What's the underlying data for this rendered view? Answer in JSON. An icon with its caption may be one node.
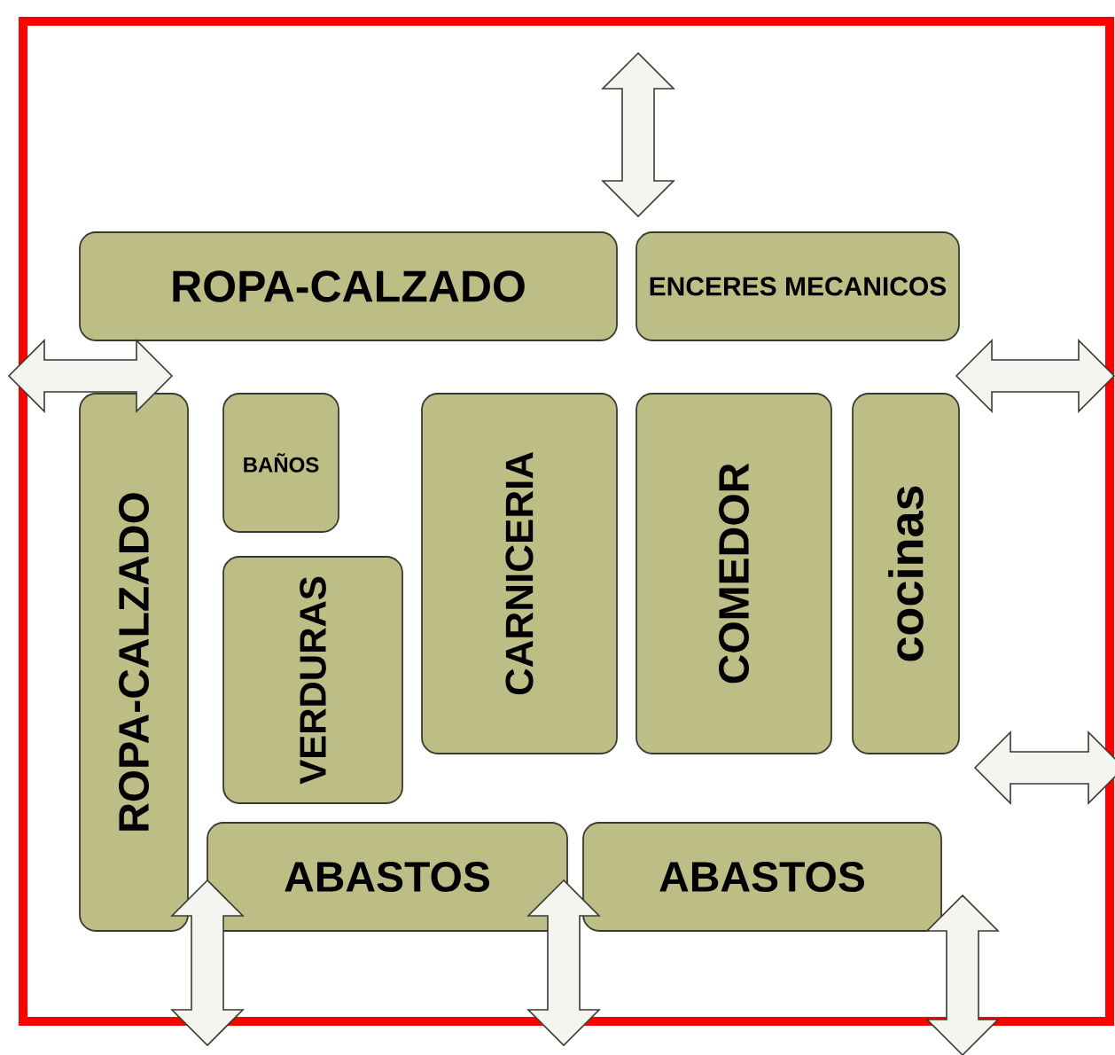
{
  "diagram": {
    "nodes": [
      {
        "text": [
          "ROPA-CALZADO"
        ]
      },
      {
        "text": [
          "ENCERES MECANICOS"
        ]
      },
      {
        "text": [
          "ROPA-CALZADO"
        ]
      },
      {
        "text": [
          "BAÑOS"
        ]
      },
      {
        "text": [
          "VERDURAS"
        ]
      },
      {
        "text": [
          "CARNICERIA"
        ]
      },
      {
        "text": [
          "COMEDOR"
        ]
      },
      {
        "text": [
          "cocinas"
        ]
      },
      {
        "text": [
          "ABASTOS"
        ]
      },
      {
        "text": [
          "ABASTOS"
        ]
      }
    ]
  }
}
